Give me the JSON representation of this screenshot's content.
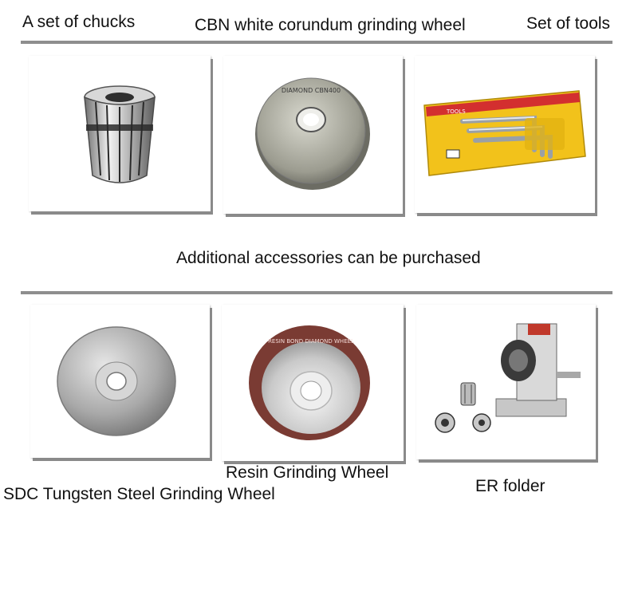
{
  "top_row": {
    "labels": [
      "A set of chucks",
      "CBN white corundum grinding wheel",
      "Set of tools"
    ]
  },
  "middle": {
    "heading": "Additional accessories can be purchased"
  },
  "bottom_row": {
    "labels": [
      "SDC Tungsten Steel Grinding Wheel",
      "Resin Grinding Wheel",
      "ER folder"
    ]
  },
  "product_marks": {
    "cbn_wheel_text": "DIAMOND CBN400",
    "resin_wheel_text": "RESIN BOND DIAMOND WHEEL",
    "tool_pack_brand": "TOOLS"
  },
  "colors": {
    "rule": "#8e8e8e",
    "card_shadow": "#8a8a8a",
    "resin_wheel_rim": "#7a3b33",
    "tool_pack": "#f2c21b"
  }
}
